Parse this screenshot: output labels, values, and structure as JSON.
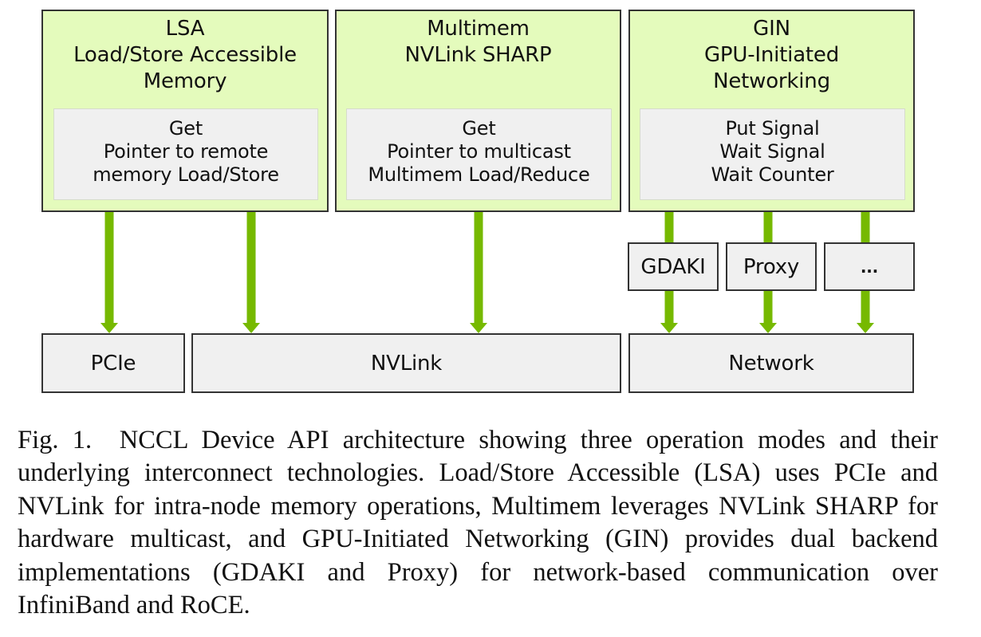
{
  "colors": {
    "mode_fill": "#e4fbbc",
    "block_fill": "#f0f0f0",
    "arrow": "#76b900",
    "border": "#333333"
  },
  "modes": [
    {
      "id": "lsa",
      "title": "LSA\nLoad/Store Accessible\nMemory",
      "ops": "Get\nPointer to remote\nmemory Load/Store"
    },
    {
      "id": "multimem",
      "title": "Multimem\nNVLink SHARP",
      "ops": "Get\nPointer to multicast\nMultimem Load/Reduce"
    },
    {
      "id": "gin",
      "title": "GIN\nGPU-Initiated\nNetworking",
      "ops": "Put Signal\nWait Signal\nWait Counter"
    }
  ],
  "backends": [
    {
      "id": "gdaki",
      "label": "GDAKI"
    },
    {
      "id": "proxy",
      "label": "Proxy"
    },
    {
      "id": "more",
      "label": "..."
    }
  ],
  "interconnects": [
    {
      "id": "pcie",
      "label": "PCIe"
    },
    {
      "id": "nvlink",
      "label": "NVLink"
    },
    {
      "id": "network",
      "label": "Network"
    }
  ],
  "edges": [
    {
      "from": "lsa",
      "to": "pcie"
    },
    {
      "from": "lsa",
      "to": "nvlink"
    },
    {
      "from": "multimem",
      "to": "nvlink"
    },
    {
      "from": "gin",
      "to": "gdaki"
    },
    {
      "from": "gin",
      "to": "proxy"
    },
    {
      "from": "gin",
      "to": "more"
    },
    {
      "from": "gdaki",
      "to": "network"
    },
    {
      "from": "proxy",
      "to": "network"
    },
    {
      "from": "more",
      "to": "network"
    }
  ],
  "caption": "Fig. 1.  NCCL Device API architecture showing three operation modes and their underlying interconnect technologies. Load/Store Accessible (LSA) uses PCIe and NVLink for intra-node memory operations, Multimem leverages NVLink SHARP for hardware multicast, and GPU-Initiated Networking (GIN) provides dual backend implementations (GDAKI and Proxy) for network-based communication over InfiniBand and RoCE."
}
